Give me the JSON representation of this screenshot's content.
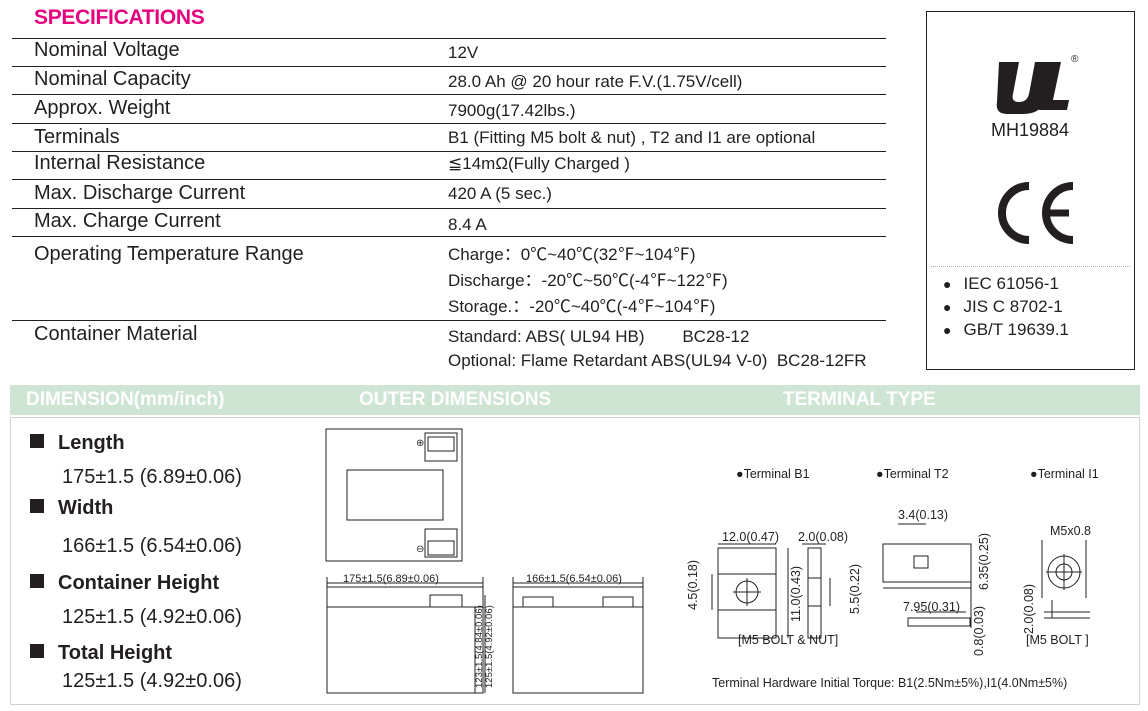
{
  "specifications": {
    "title": "SPECIFICATIONS",
    "rows": [
      {
        "label": "Nominal Voltage",
        "values": [
          "12V"
        ]
      },
      {
        "label": "Nominal Capacity",
        "values": [
          "28.0 Ah @ 20 hour rate F.V.(1.75V/cell)"
        ]
      },
      {
        "label": "Approx. Weight",
        "values": [
          "7900g(17.42lbs.)"
        ]
      },
      {
        "label": "Terminals",
        "values": [
          "B1 (Fitting M5 bolt & nut) , T2 and I1 are optional"
        ]
      },
      {
        "label": "Internal Resistance",
        "values": [
          "≦14mΩ(Fully Charged )"
        ]
      },
      {
        "label": "Max. Discharge Current",
        "values": [
          "420 A (5 sec.)"
        ]
      },
      {
        "label": "Max. Charge Current",
        "values": [
          "8.4 A"
        ]
      },
      {
        "label": "Operating Temperature Range",
        "values": [
          "Charge：0℃~40℃(32℉~104℉)",
          "Discharge：-20℃~50℃(-4℉~122℉)",
          "Storage.：-20℃~40℃(-4℉~104℉)"
        ]
      },
      {
        "label": "Container Material",
        "values": [
          "Standard: ABS( UL94 HB)        BC28-12",
          "Optional: Flame Retardant ABS(UL94 V-0)  BC28-12FR"
        ]
      }
    ]
  },
  "certifications": {
    "ul_code": "MH19884",
    "ul_registered": "®",
    "ce_mark": "CE",
    "standards": [
      "IEC 61056-1",
      "JIS C 8702-1",
      "GB/T 19639.1"
    ]
  },
  "section_bar": {
    "dimension": "DIMENSION(mm/inch)",
    "outer": "OUTER DIMENSIONS",
    "terminal": "TERMINAL TYPE"
  },
  "dimensions": [
    {
      "label": "Length",
      "value": "175±1.5 (6.89±0.06)"
    },
    {
      "label": "Width",
      "value": "166±1.5 (6.54±0.06)"
    },
    {
      "label": "Container Height",
      "value": "125±1.5 (4.92±0.06)"
    },
    {
      "label": "Total Height",
      "value": "125±1.5 (4.92±0.06)"
    }
  ],
  "outer_drawing": {
    "length_label": "175±1.5(6.89±0.06)",
    "width_label": "166±1.5(6.54±0.06)",
    "container_height_label": "123±1.5(4.84±0.06)",
    "total_height_label": "125±1.5(4.92±0.06)",
    "plus_mark": "⊕",
    "minus_mark": "⊖"
  },
  "terminals": {
    "b1": {
      "title": "Terminal B1",
      "dims": [
        "12.0(0.47)",
        "2.0(0.08)",
        "4.5(0.18)",
        "11.0(0.43)",
        "5.5(0.22)"
      ],
      "caption": "[M5 BOLT & NUT]"
    },
    "t2": {
      "title": "Terminal T2",
      "dims": [
        "3.4(0.13)",
        "6.35(0.25)",
        "7.95(0.31)",
        "0.8(0.03)"
      ]
    },
    "i1": {
      "title": "Terminal I1",
      "dims": [
        "M5x0.8",
        "2.0(0.08)"
      ],
      "caption": "[M5 BOLT ]"
    },
    "torque_note": "Terminal Hardware Initial Torque: B1(2.5Nm±5%),I1(4.0Nm±5%)"
  }
}
